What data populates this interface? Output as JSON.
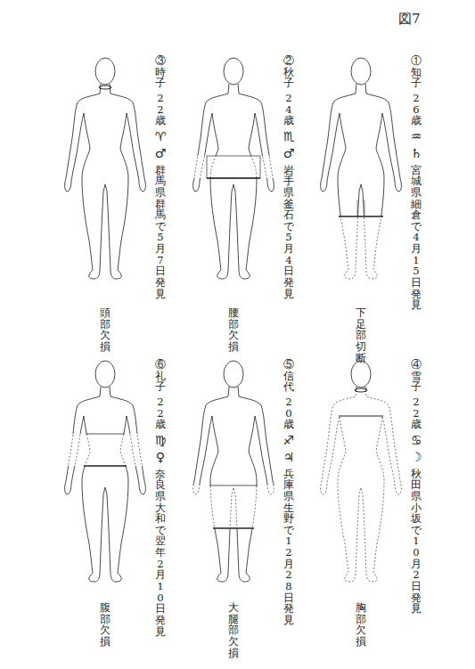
{
  "diagram": {
    "title": "図7",
    "labels": [
      "①知子",
      "26歳",
      "♒",
      "♄",
      "宮城県細倉で4月15日発見",
      "下足部切断",
      "②秋子",
      "24歳",
      "♏",
      "♂",
      "岩手県釜石で5月4日発見",
      "腰部欠損",
      "③時子",
      "22歳",
      "♈",
      "♂",
      "群馬県群馬で5月7日発見",
      "頭部欠損",
      "④雪子",
      "22歳",
      "♋",
      "☽",
      "秋田県小坂で10月2日発見",
      "胸部欠損",
      "⑤信代",
      "20歳",
      "♐",
      "♃",
      "兵庫県生野で12月28日発見",
      "大腿部欠損",
      "⑥礼子",
      "22歳",
      "♍",
      "♀",
      "奈良県大和で翌年2月10日発見",
      "腹部欠損"
    ]
  }
}
